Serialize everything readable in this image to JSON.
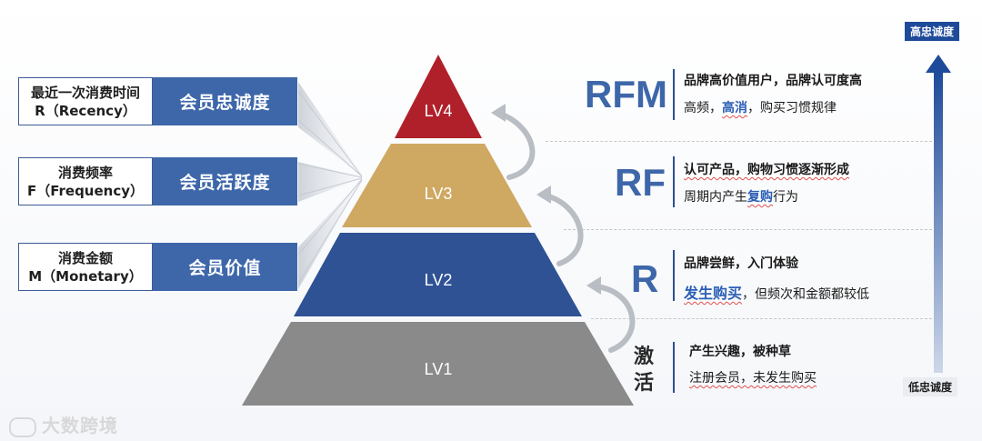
{
  "metrics": [
    {
      "line1": "最近一次消费时间",
      "line2": "R（Recency）",
      "label": "会员忠诚度"
    },
    {
      "line1": "消费频率",
      "line2": "F（Frequency）",
      "label": "会员活跃度"
    },
    {
      "line1": "消费金额",
      "line2": "M（Monetary）",
      "label": "会员价值"
    }
  ],
  "tiers": [
    {
      "name": "LV4",
      "color": "#b0202a"
    },
    {
      "name": "LV3",
      "color": "#cfa862"
    },
    {
      "name": "LV2",
      "color": "#2e5294"
    },
    {
      "name": "LV1",
      "color": "#8a8a8a"
    }
  ],
  "descriptions": [
    {
      "code": "RFM",
      "line1": "品牌高价值用户，品牌认可度高",
      "line2_a": "高频，",
      "line2_hl": "高消",
      "line2_b": "，购买习惯规律"
    },
    {
      "code": "RF",
      "line1": "认可产品，购物习惯逐渐形成",
      "line2_a": "周期内产生",
      "line2_hl": "复购",
      "line2_b": "行为"
    },
    {
      "code": "R",
      "line1": "品牌尝鲜，入门体验",
      "line2_a": "",
      "line2_hl": "发生购买",
      "line2_b": "，但频次和金额都较低"
    },
    {
      "code_a": "激",
      "code_b": "活",
      "line1": "产生兴趣，被种草",
      "line2_a": "注册会员，未发生购买",
      "line2_hl": "",
      "line2_b": ""
    }
  ],
  "axis": {
    "top": "高忠诚度",
    "bottom": "低忠诚度"
  },
  "watermark": "大数跨境"
}
